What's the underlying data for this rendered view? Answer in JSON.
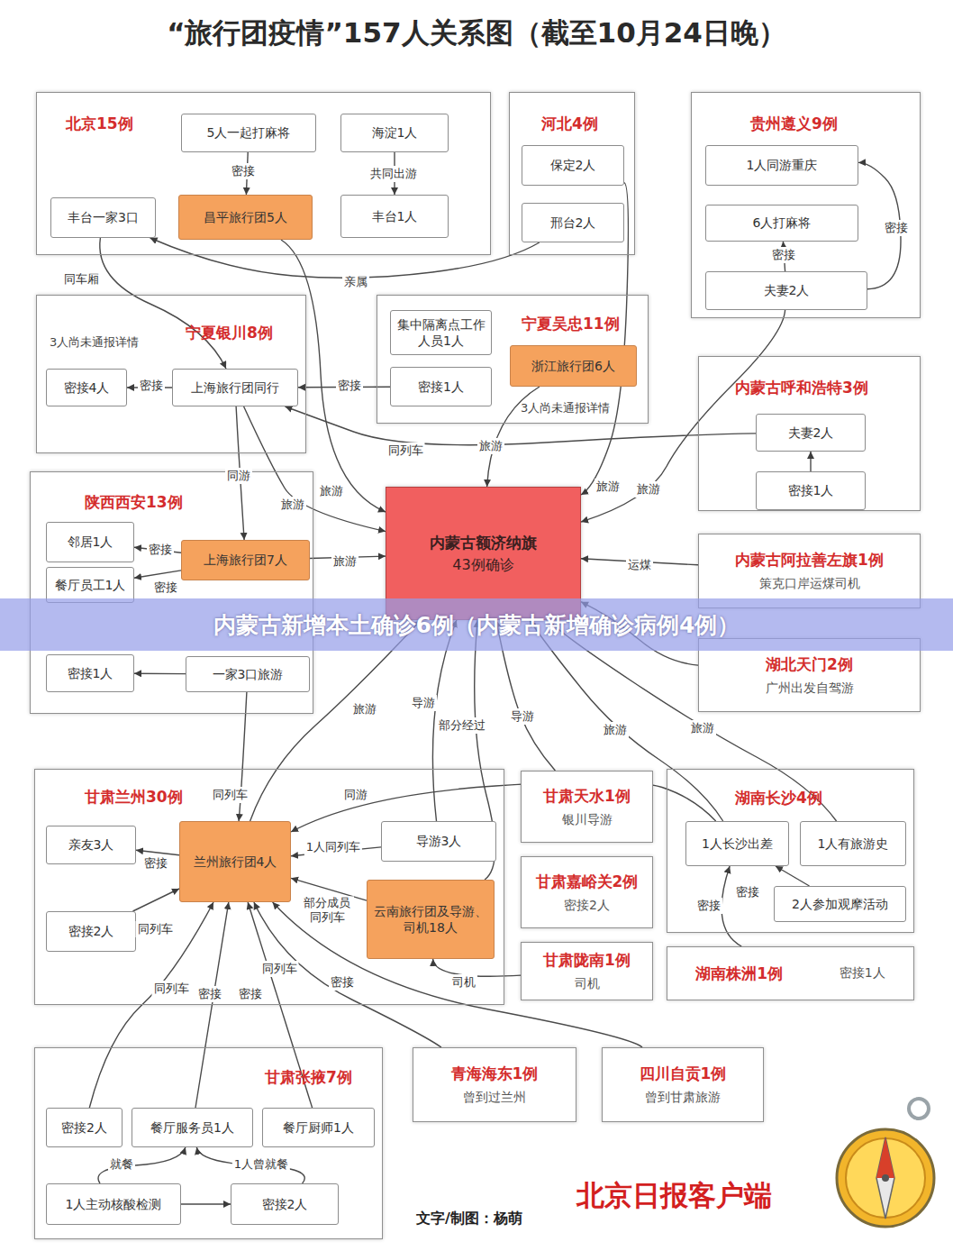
{
  "diagram": {
    "title": "“旅行团疫情”157人关系图（截至10月24日晚）",
    "nodes": [
      {
        "text": [
          "北京15例"
        ]
      },
      {
        "text": [
          "5人一起打麻将"
        ],
        "in": 0
      },
      {
        "text": [
          "海淀1人"
        ],
        "in": 0
      },
      {
        "text": [
          "丰台一家3口"
        ],
        "in": 0
      },
      {
        "text": [
          "昌平旅行团5人"
        ],
        "in": 0
      },
      {
        "text": [
          "丰台1人"
        ],
        "in": 0
      },
      {
        "text": [
          "河北4例"
        ]
      },
      {
        "text": [
          "保定2人"
        ],
        "in": 6
      },
      {
        "text": [
          "邢台2人"
        ],
        "in": 6
      },
      {
        "text": [
          "贵州遵义9例"
        ]
      },
      {
        "text": [
          "1人同游重庆"
        ],
        "in": 9
      },
      {
        "text": [
          "6人打麻将"
        ],
        "in": 9
      },
      {
        "text": [
          "夫妻2人"
        ],
        "in": 9
      },
      {
        "text": [
          "宁夏银川8例"
        ]
      },
      {
        "text": [
          "密接4人"
        ],
        "in": 13
      },
      {
        "text": [
          "上海旅行团同行"
        ],
        "in": 13
      },
      {
        "text": [
          "宁夏吴忠11例"
        ]
      },
      {
        "text": [
          "集中隔离点工作人员1人"
        ],
        "in": 16
      },
      {
        "text": [
          "密接1人"
        ],
        "in": 16
      },
      {
        "text": [
          "浙江旅行团6人"
        ],
        "in": 16
      },
      {
        "text": [
          "内蒙古呼和浩特3例"
        ]
      },
      {
        "text": [
          "夫妻2人"
        ],
        "in": 20
      },
      {
        "text": [
          "密接1人"
        ],
        "in": 20
      },
      {
        "text": [
          "陕西西安13例"
        ]
      },
      {
        "text": [
          "邻居1人"
        ],
        "in": 23
      },
      {
        "text": [
          "上海旅行团7人"
        ],
        "in": 23
      },
      {
        "text": [
          "餐厅员工1人"
        ],
        "in": 23
      },
      {
        "text": [
          "一家3口旅游"
        ],
        "in": 23
      },
      {
        "text": [
          "密接1人"
        ],
        "in": 23
      },
      {
        "text": [
          "内蒙古额济纳旗",
          "43例确诊"
        ]
      },
      {
        "text": [
          "内蒙古阿拉善左旗1例",
          "策克口岸运煤司机"
        ]
      },
      {
        "text": [
          "湖北天门2例",
          "广州出发自驾游"
        ]
      },
      {
        "text": [
          "甘肃兰州30例"
        ]
      },
      {
        "text": [
          "亲友3人"
        ],
        "in": 32
      },
      {
        "text": [
          "兰州旅行团4人"
        ],
        "in": 32
      },
      {
        "text": [
          "导游3人"
        ],
        "in": 32
      },
      {
        "text": [
          "密接2人"
        ],
        "in": 32
      },
      {
        "text": [
          "云南旅行团及导游、司机18人"
        ],
        "in": 32
      },
      {
        "text": [
          "甘肃天水1例",
          "银川导游"
        ]
      },
      {
        "text": [
          "甘肃嘉峪关2例",
          "密接2人"
        ]
      },
      {
        "text": [
          "甘肃陇南1例",
          "司机"
        ]
      },
      {
        "text": [
          "湖南长沙4例"
        ]
      },
      {
        "text": [
          "1人长沙出差"
        ],
        "in": 41
      },
      {
        "text": [
          "1人有旅游史"
        ],
        "in": 41
      },
      {
        "text": [
          "2人参加观摩活动"
        ],
        "in": 41
      },
      {
        "text": [
          "湖南株洲1例",
          "密接1人"
        ]
      },
      {
        "text": [
          "甘肃张掖7例"
        ]
      },
      {
        "text": [
          "密接2人"
        ],
        "in": 46
      },
      {
        "text": [
          "餐厅服务员1人"
        ],
        "in": 46
      },
      {
        "text": [
          "餐厅厨师1人"
        ],
        "in": 46
      },
      {
        "text": [
          "1人主动核酸检测"
        ],
        "in": 46
      },
      {
        "text": [
          "密接2人"
        ],
        "in": 46
      },
      {
        "text": [
          "青海海东1例",
          "曾到过兰州"
        ]
      },
      {
        "text": [
          "四川自贡1例",
          "曾到甘肃旅游"
        ]
      },
      {
        "text": [
          "内蒙古新增本土确诊6例（内蒙古新增确诊病例4例）"
        ]
      }
    ],
    "edges": [
      {
        "from": 1,
        "to": 4,
        "label": "密接",
        "arrow": "to"
      },
      {
        "from": 2,
        "to": 5,
        "label": "共同出游",
        "arrow": "to"
      },
      {
        "from": 8,
        "to": 3,
        "label": "亲属",
        "arrow": "to"
      },
      {
        "from": 3,
        "to": 15,
        "label": "同车厢",
        "arrow": "to"
      },
      {
        "from": 4,
        "to": 29,
        "label": "旅游",
        "arrow": "to"
      },
      {
        "from": 7,
        "to": 29,
        "label": "旅游",
        "arrow": "to"
      },
      {
        "from": 12,
        "to": 11,
        "label": "密接",
        "arrow": "to"
      },
      {
        "from": 12,
        "to": 10,
        "label": "密接",
        "arrow": "to"
      },
      {
        "from": 12,
        "to": 29,
        "label": "旅游",
        "arrow": "to"
      },
      {
        "from": 15,
        "to": 14,
        "label": "密接",
        "arrow": "to"
      },
      {
        "from": 18,
        "to": 15,
        "label": "密接",
        "arrow": "to"
      },
      {
        "from": 21,
        "to": 15,
        "label": "同列车",
        "arrow": "to"
      },
      {
        "from": 19,
        "to": 29,
        "label": "旅游",
        "arrow": "to"
      },
      {
        "from": 22,
        "to": 21,
        "arrow": "to"
      },
      {
        "from": 15,
        "to": 25,
        "label": "同游",
        "arrow": "to"
      },
      {
        "from": 15,
        "to": 29,
        "label": "旅游",
        "arrow": "to"
      },
      {
        "from": 25,
        "to": 24,
        "label": "密接",
        "arrow": "to"
      },
      {
        "from": 25,
        "to": 26,
        "label": "密接",
        "arrow": "to"
      },
      {
        "from": 27,
        "to": 28,
        "arrow": "to"
      },
      {
        "from": 25,
        "to": 29,
        "label": "旅游",
        "arrow": "to"
      },
      {
        "from": 30,
        "to": 29,
        "label": "运煤",
        "arrow": "to"
      },
      {
        "from": 31,
        "to": 29,
        "arrow": "to"
      },
      {
        "from": 34,
        "to": 29,
        "label": "旅游",
        "arrow": "to"
      },
      {
        "from": 35,
        "to": 29,
        "label": "导游",
        "arrow": "to"
      },
      {
        "from": 37,
        "to": 29,
        "label": "部分经过",
        "arrow": "to"
      },
      {
        "from": 38,
        "to": 29,
        "label": "导游",
        "arrow": "to"
      },
      {
        "from": 42,
        "to": 29,
        "label": "旅游",
        "arrow": "to"
      },
      {
        "from": 43,
        "to": 29,
        "label": "旅游",
        "arrow": "to"
      },
      {
        "from": 42,
        "to": 34,
        "label": "同游",
        "arrow": "to"
      },
      {
        "from": 27,
        "to": 34,
        "label": "同列车",
        "arrow": "to"
      },
      {
        "from": 34,
        "to": 33,
        "label": "密接",
        "arrow": "to"
      },
      {
        "from": 36,
        "to": 34,
        "label": "同列车",
        "arrow": "to"
      },
      {
        "from": 35,
        "to": 34,
        "label": "1人同列车",
        "arrow": "to"
      },
      {
        "from": 37,
        "to": 34,
        "label": "部分成员同列车",
        "arrow": "to"
      },
      {
        "from": 40,
        "to": 37,
        "label": "司机",
        "arrow": "to"
      },
      {
        "from": 45,
        "to": 42,
        "label": "密接",
        "arrow": "to"
      },
      {
        "from": 44,
        "to": 42,
        "label": "密接",
        "arrow": "to"
      },
      {
        "from": 47,
        "to": 34,
        "label": "同列车",
        "arrow": "to"
      },
      {
        "from": 48,
        "to": 34,
        "label": "密接",
        "arrow": "to"
      },
      {
        "from": 49,
        "to": 34,
        "label": "密接",
        "arrow": "to"
      },
      {
        "from": 52,
        "to": 34,
        "label": "同列车",
        "arrow": "to"
      },
      {
        "from": 53,
        "to": 34,
        "label": "密接",
        "arrow": "to"
      },
      {
        "from": 50,
        "to": 48,
        "label": "就餐",
        "arrow": "to"
      },
      {
        "from": 51,
        "to": 48,
        "label": "1人曾就餐",
        "arrow": "to"
      },
      {
        "from": 50,
        "to": 51,
        "arrow": "to"
      }
    ],
    "labels": [
      "3人尚未通报详情",
      "3人尚未通报详情",
      "文字/制图：杨萌",
      "北京日报客户端"
    ]
  }
}
